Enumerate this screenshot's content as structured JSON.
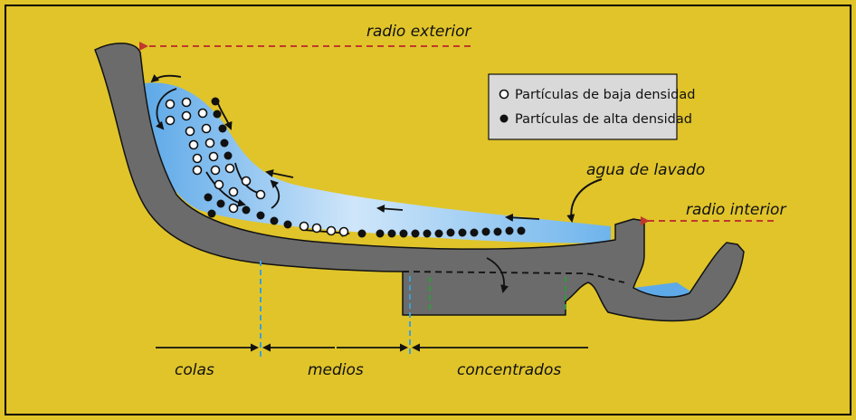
{
  "labels": {
    "radio_exterior": "radio exterior",
    "radio_interior": "radio interior",
    "agua_de_lavado": "agua de lavado",
    "colas": "colas",
    "medios": "medios",
    "concentrados": "concentrados"
  },
  "legend": {
    "low_density": "Partículas de baja densidad",
    "high_density": "Partículas de alta densidad"
  },
  "colors": {
    "background": "#e0c42a",
    "frame": "#000000",
    "bowl": "#6b6b6b",
    "water": "#5ea9e8",
    "arrow_red": "#c0392b",
    "divider_blue": "#3aa0d8",
    "divider_green": "#2e9b3c",
    "legend_bg": "#d9d9d9"
  }
}
